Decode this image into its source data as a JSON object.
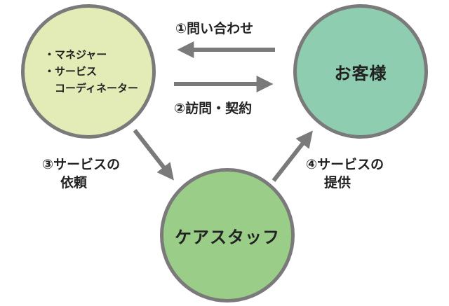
{
  "nodes": {
    "manager": {
      "lines": [
        "・マネジャー",
        "・サービス",
        "　コーディネーター"
      ]
    },
    "customer": {
      "title": "お客様"
    },
    "staff": {
      "title": "ケアスタッフ"
    }
  },
  "edges": {
    "inquiry": "①問い合わせ",
    "visit": "②訪問・契約",
    "request": [
      "③サービスの",
      "依頼"
    ],
    "provide": [
      "④サービスの",
      "提供"
    ]
  },
  "colors": {
    "manager_fill": "#e3ecb6",
    "customer_fill": "#8ecdb0",
    "staff_fill": "#9acd88",
    "outline": "#7a7a7a",
    "arrow": "#7a7a7a"
  }
}
